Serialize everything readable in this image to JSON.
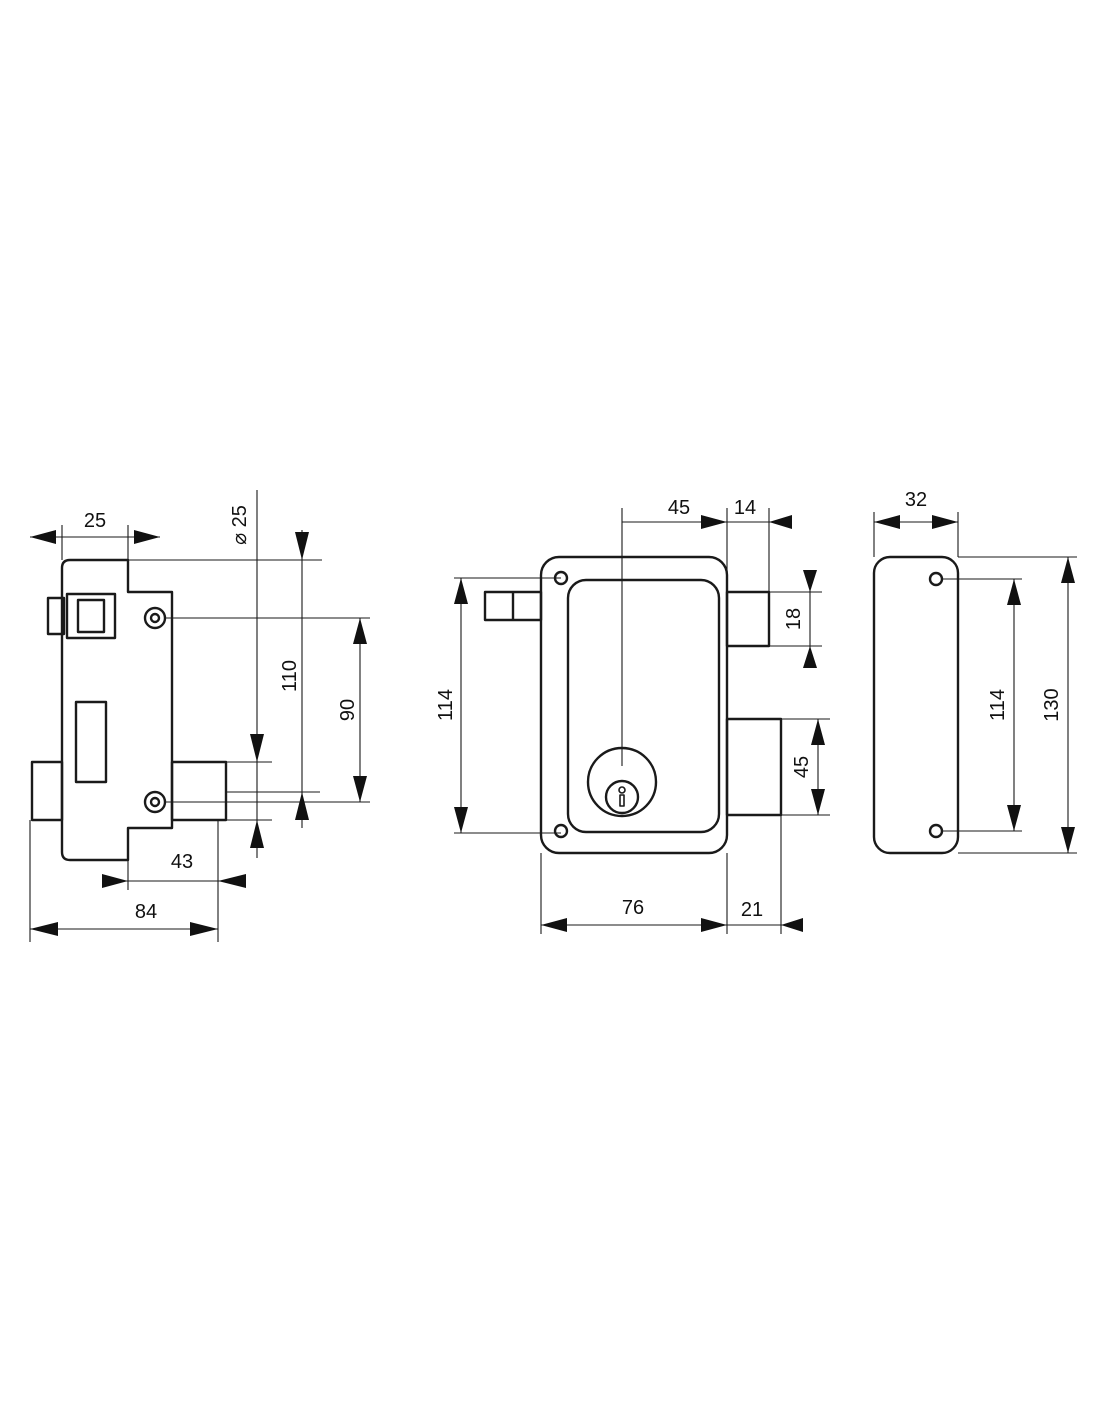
{
  "diagram": {
    "side_view": {
      "top_width": "25",
      "diameter": "⌀ 25",
      "height_total": "110",
      "screw_spacing": "90",
      "bolt_offset": "43",
      "overall_width": "84"
    },
    "front_view": {
      "key_offset": "45",
      "top_bolt_width": "14",
      "top_bolt_height": "18",
      "height": "114",
      "lower_bolt_height": "45",
      "body_width": "76",
      "bolt_projection": "21"
    },
    "keeper_view": {
      "width": "32",
      "screw_spacing": "114",
      "height": "130"
    }
  }
}
